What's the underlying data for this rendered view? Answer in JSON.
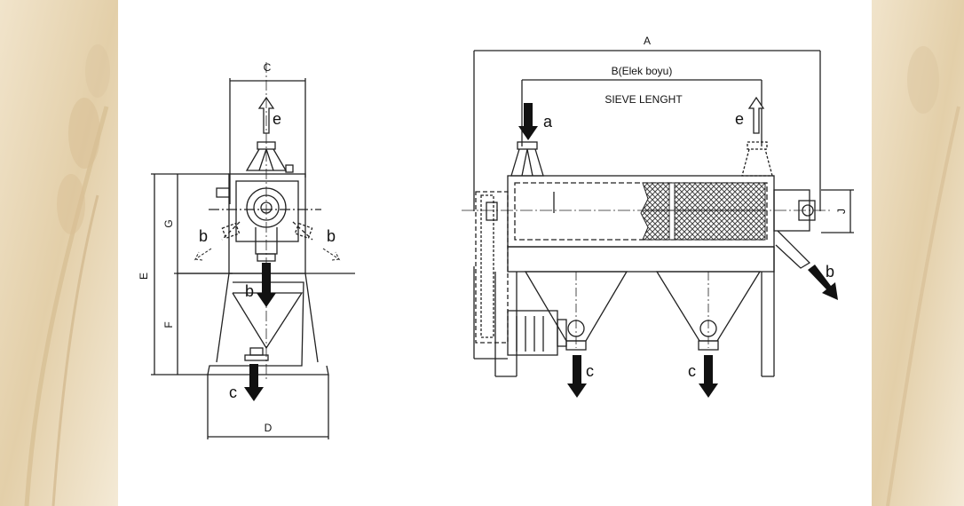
{
  "colors": {
    "side_panel": "#eadcc3",
    "line": "#222222",
    "mesh": "#555555"
  },
  "front_view": {
    "dims": {
      "C": "C",
      "D": "D",
      "E": "E",
      "F": "F",
      "G": "G"
    },
    "flows": {
      "e": "e",
      "b_left": "b",
      "b_right": "b",
      "b_down": "b",
      "c": "c"
    }
  },
  "side_view": {
    "dims": {
      "A": "A",
      "B": "B(Elek boyu)",
      "sieve": "SIEVE LENGHT",
      "J": "J"
    },
    "flows": {
      "a": "a",
      "e": "e",
      "b": "b",
      "c1": "c",
      "c2": "c"
    }
  }
}
